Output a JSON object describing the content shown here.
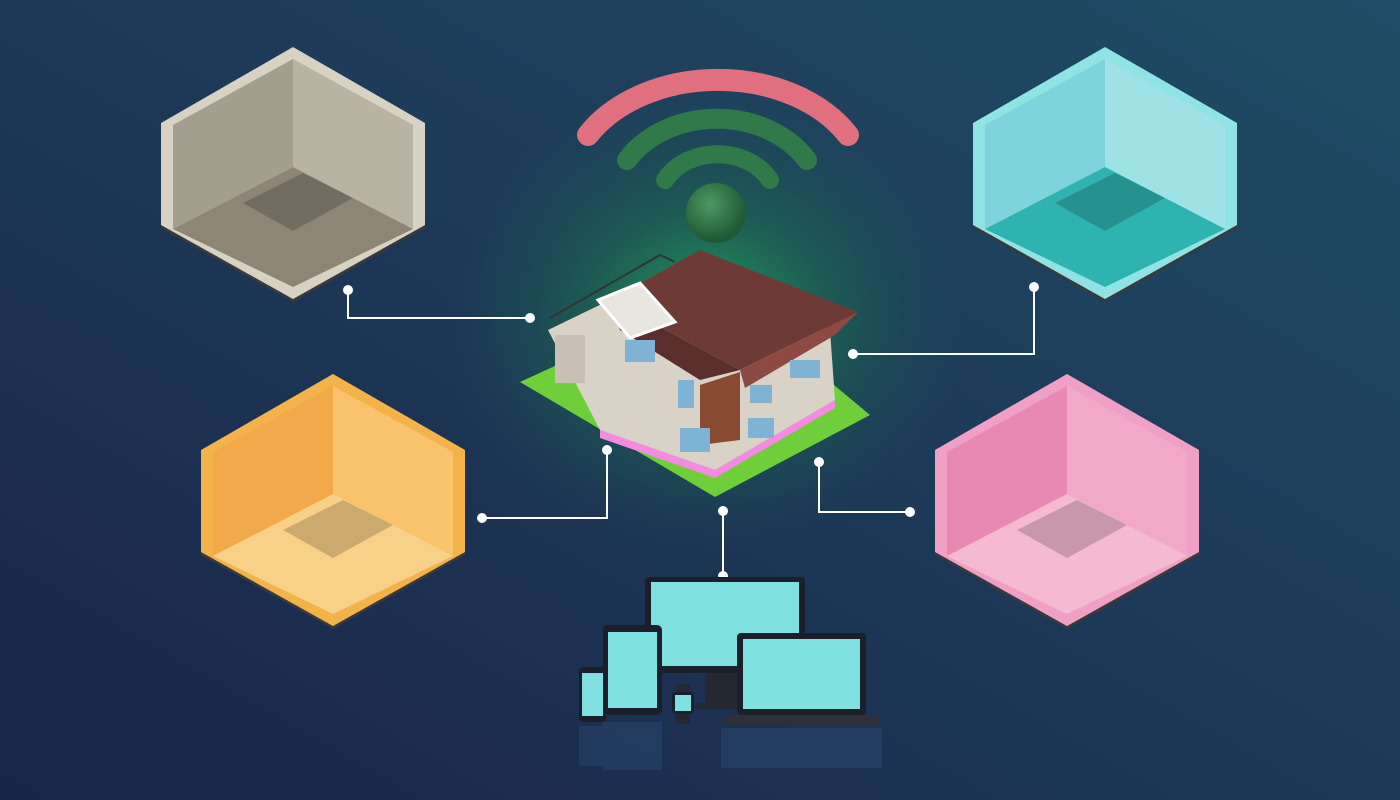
{
  "colors": {
    "background_left": "#1a2448",
    "background_right": "#1f4d66",
    "glow": "#1f9a55",
    "wifi_outer": "#e0707e",
    "wifi_inner": "#2f7a48",
    "connector": "#ffffff",
    "screen": "#7fe0e0"
  },
  "rooms": [
    {
      "id": "bedroom",
      "rim": "#d8d2c2",
      "wall_left": "#a49e8e",
      "wall_right": "#b9b3a3",
      "floor": "#8d8677"
    },
    {
      "id": "bathroom",
      "rim": "#8fe3e3",
      "wall_left": "#7fd4dc",
      "wall_right": "#9ee2e6",
      "floor": "#2fb3b0"
    },
    {
      "id": "living-room",
      "rim": "#f3b24a",
      "wall_left": "#f2a94a",
      "wall_right": "#f8c36a",
      "floor": "#f9d088"
    },
    {
      "id": "kitchen",
      "rim": "#f0a0c4",
      "wall_left": "#e889b4",
      "wall_right": "#f2a8c8",
      "floor": "#f6b9d2"
    }
  ],
  "icons": [
    "wifi-icon",
    "smart-house",
    "bedroom",
    "bathroom",
    "living-room",
    "kitchen",
    "monitor-icon",
    "tablet-icon",
    "phone-icon",
    "laptop-icon",
    "smartwatch-icon"
  ]
}
